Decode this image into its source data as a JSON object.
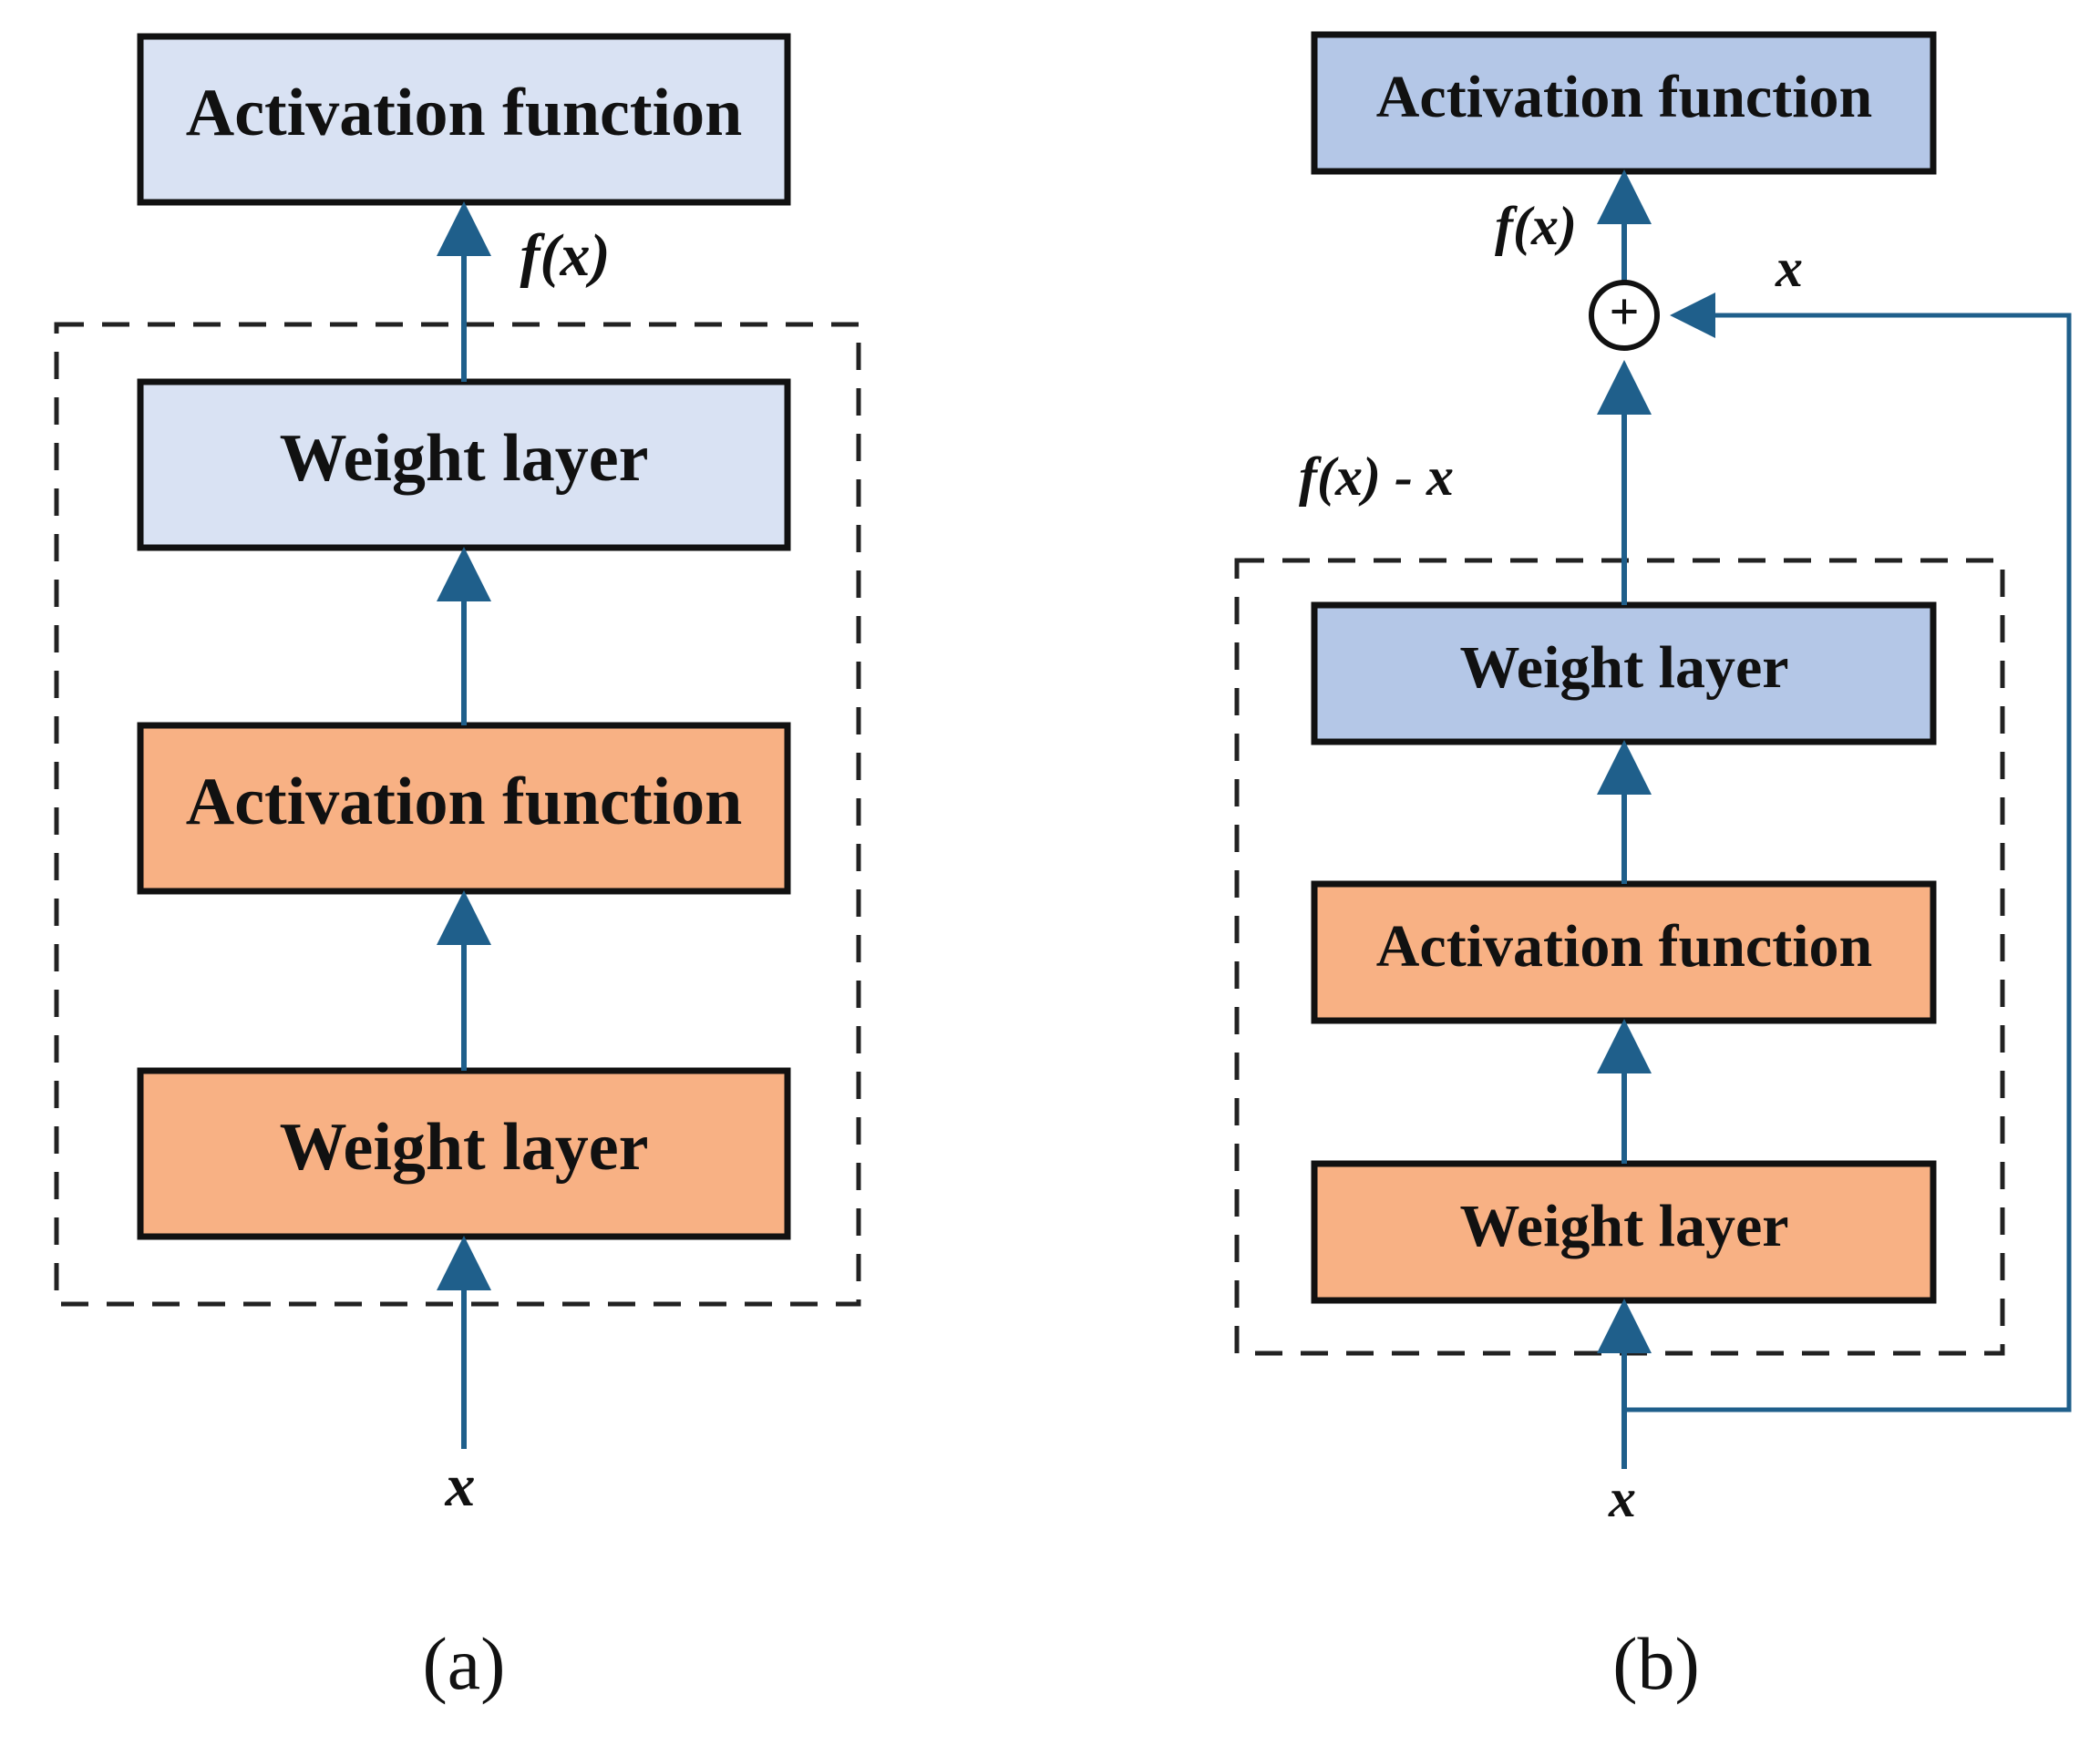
{
  "colors": {
    "blue_light": "#d9e2f3",
    "blue_mid": "#b4c7e7",
    "orange": "#f8b184",
    "arrow": "#1f5f8b",
    "border": "#111111"
  },
  "panel_a": {
    "top_box": "Activation function",
    "box_3": "Weight layer",
    "box_2": "Activation function",
    "box_1": "Weight layer",
    "output_label": "f(x)",
    "input_label": "x",
    "caption": "(a)"
  },
  "panel_b": {
    "top_box": "Activation function",
    "box_3": "Weight layer",
    "box_2": "Activation function",
    "box_1": "Weight layer",
    "output_label": "f(x)",
    "skip_label": "x",
    "residual_label": "f(x) - x",
    "input_label": "x",
    "add_symbol": "+",
    "caption": "(b)"
  }
}
